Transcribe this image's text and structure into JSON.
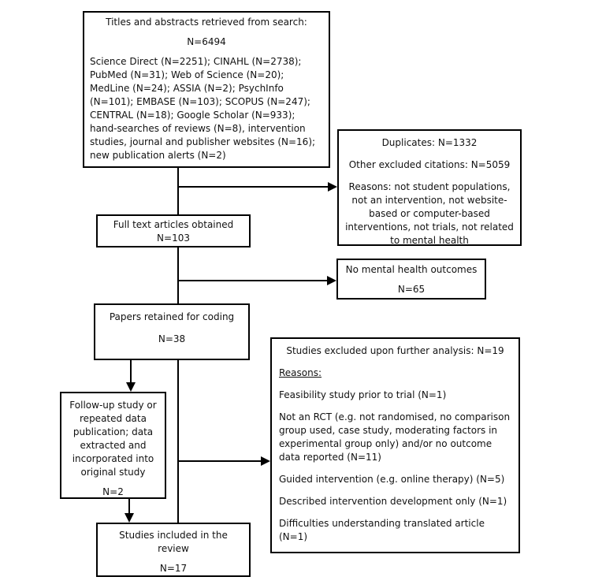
{
  "page": {
    "background_color": "#ffffff",
    "line_color": "#000000",
    "text_color": "#111111"
  },
  "flowchart": {
    "search": {
      "title": "Titles and abstracts retrieved from search:",
      "n": "N=6494",
      "sources": "Science Direct (N=2251); CINAHL (N=2738); PubMed (N=31); Web of Science (N=20); MedLine (N=24); ASSIA (N=2); PsychInfo (N=101); EMBASE (N=103); SCOPUS (N=247); CENTRAL (N=18); Google Scholar (N=933); hand-searches of reviews (N=8), intervention studies, journal and publisher websites (N=16); new publication alerts (N=2)"
    },
    "duplicates": {
      "line1": "Duplicates: N=1332",
      "line2": "Other excluded citations: N=5059",
      "line3": "Reasons: not student populations, not an intervention, not website-based or computer-based interventions, not trials, not related to mental health"
    },
    "fulltext": {
      "title": "Full text articles obtained",
      "n": "N=103"
    },
    "no_mh_outcomes": {
      "title": "No mental health outcomes",
      "n": "N=65"
    },
    "coding": {
      "title": "Papers retained for coding",
      "n": "N=38"
    },
    "excluded": {
      "title": "Studies excluded upon further analysis: N=19",
      "reasons_label": "Reasons:",
      "reason1": "Feasibility study prior to trial (N=1)",
      "reason2": "Not an RCT (e.g. not randomised, no comparison group used, case study, moderating factors in experimental group only) and/or no outcome data reported (N=11)",
      "reason3": "Guided intervention (e.g. online therapy) (N=5)",
      "reason4": "Described intervention development only (N=1)",
      "reason5": "Difficulties understanding translated article (N=1)"
    },
    "followup": {
      "title": "Follow-up study or repeated data publication; data extracted and incorporated into original study",
      "n": "N=2"
    },
    "included": {
      "title": "Studies included in the review",
      "n": "N=17"
    }
  }
}
